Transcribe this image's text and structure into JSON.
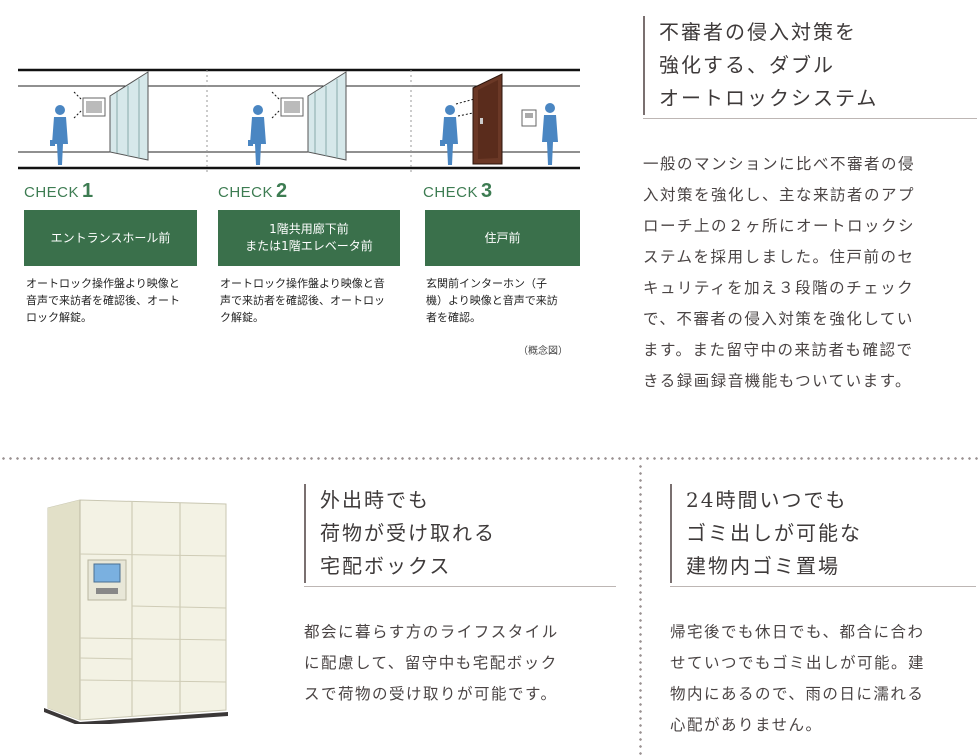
{
  "security": {
    "headline": [
      "不審者の侵入対策を",
      "強化する、ダブル",
      "オートロックシステム"
    ],
    "body": "一般のマンションに比べ不審者の侵\n入対策を強化し、主な来訪者のアプ\nローチ上の２ヶ所にオートロックシ\nステムを採用しました。住戸前のセ\nキュリティを加え３段階のチェック\nで、不審者の侵入対策を強化してい\nます。また留守中の来訪者も確認で\nきる録画録音機能もついています。",
    "checks": [
      {
        "prefix": "CHECK",
        "number": "1",
        "location": "エントランスホール前",
        "description": "オートロック操作盤より映像と\n音声で来訪者を確認後、オート\nロック解錠。"
      },
      {
        "prefix": "CHECK",
        "number": "2",
        "location": "1階共用廊下前\nまたは1階エレベータ前",
        "description": "オートロック操作盤より映像と音\n声で来訪者を確認後、オートロッ\nク解錠。"
      },
      {
        "prefix": "CHECK",
        "number": "3",
        "location": "住戸前",
        "description": "玄関前インターホン（子\n機）より映像と音声で来訪\n者を確認。"
      }
    ],
    "note": "（概念図）"
  },
  "delivery_box": {
    "headline": [
      "外出時でも",
      "荷物が受け取れる",
      "宅配ボックス"
    ],
    "body": "都会に暮らす方のライフスタイル\nに配慮して、留守中も宅配ボック\nスで荷物の受け取りが可能です。"
  },
  "garbage": {
    "headline": [
      "24時間いつでも",
      "ゴミ出しが可能な",
      "建物内ゴミ置場"
    ],
    "body": "帰宅後でも休日でも、都合に合わ\nせていつでもゴミ出しが可能。建\n物内にあるので、雨の日に濡れる\n心配がありません。"
  },
  "colors": {
    "accent_green": "#3a704b",
    "check_text": "#3d7c52",
    "figure_blue": "#4a86c2"
  }
}
